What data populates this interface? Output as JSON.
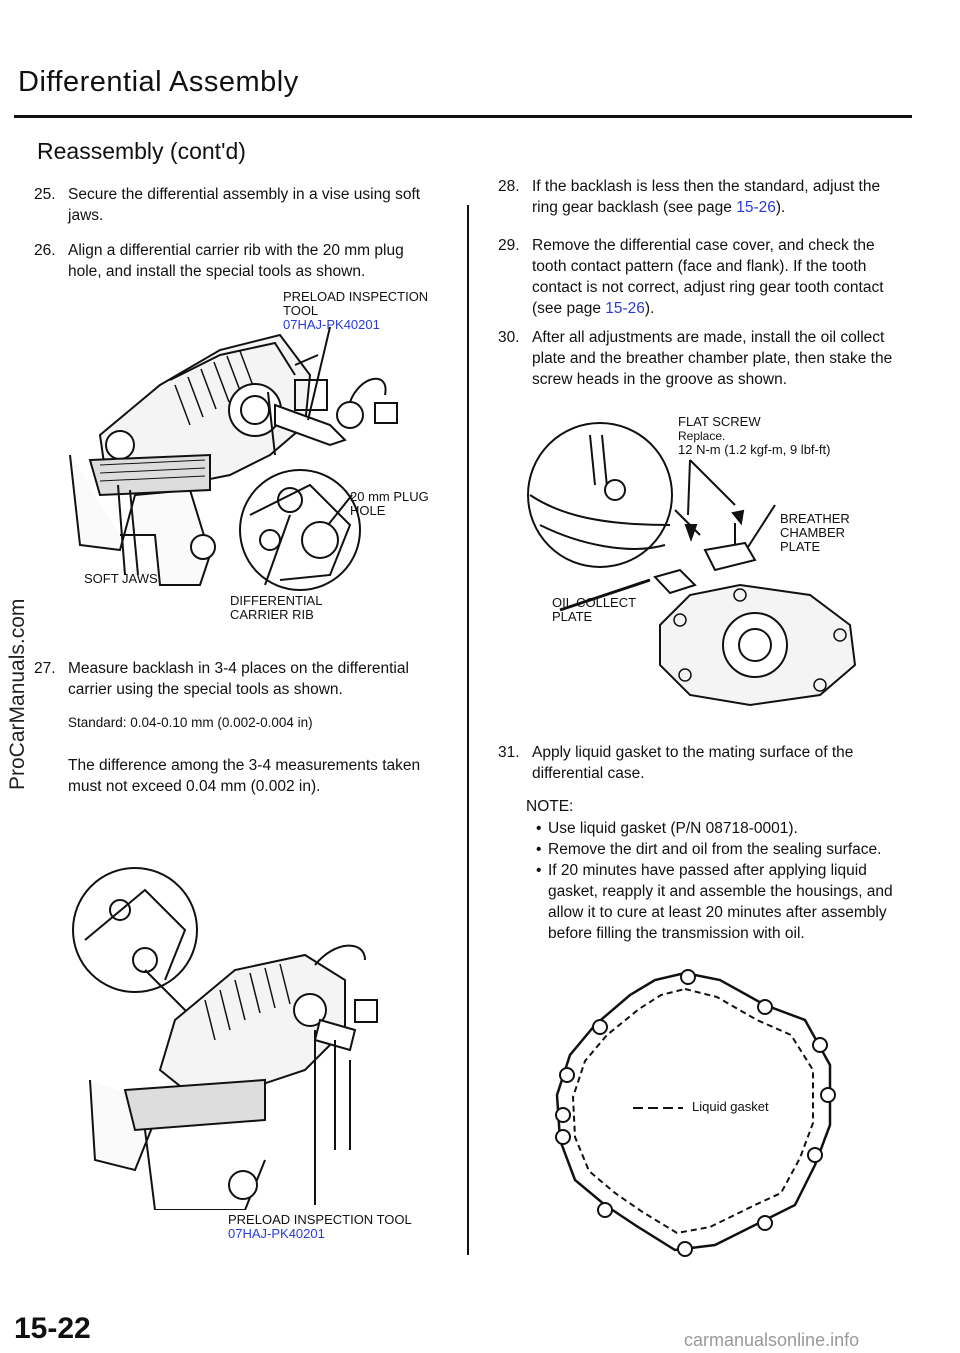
{
  "header": {
    "title": "Differential Assembly",
    "subtitle": "Reassembly (cont'd)"
  },
  "left_column": {
    "step25": {
      "num": "25.",
      "text": "Secure the differential assembly in a vise using soft jaws."
    },
    "step26": {
      "num": "26.",
      "text": "Align a differential carrier rib with the 20 mm plug hole, and install the special tools as shown."
    },
    "fig1": {
      "tool_label": "PRELOAD INSPECTION TOOL",
      "tool_number": "07HAJ-PK40201",
      "plug_label": "20 mm PLUG HOLE",
      "jaws_label": "SOFT JAWS",
      "rib_label": "DIFFERENTIAL CARRIER RIB"
    },
    "step27": {
      "num": "27.",
      "text": "Measure backlash in 3-4 places on the differential carrier using the special tools as shown."
    },
    "standard": "Standard: 0.04-0.10 mm (0.002-0.004 in)",
    "difference": "The difference among the 3-4 measurements taken must not exceed 0.04 mm (0.002 in).",
    "fig2": {
      "tool_label": "PRELOAD INSPECTION TOOL",
      "tool_number": "07HAJ-PK40201"
    }
  },
  "right_column": {
    "step28": {
      "num": "28.",
      "text_before": "If the backlash is less then the standard, adjust the ring gear backlash (see page ",
      "link": "15-26",
      "text_after": ")."
    },
    "step29": {
      "num": "29.",
      "text_before": "Remove the differential case cover, and check the tooth contact pattern (face and flank). If the tooth contact is not correct, adjust ring gear tooth contact (see page ",
      "link": "15-26",
      "text_after": ")."
    },
    "step30": {
      "num": "30.",
      "text": "After all adjustments are made, install the oil collect plate and the breather chamber plate, then stake the screw heads in the groove as shown."
    },
    "fig3": {
      "screw_label": "FLAT SCREW",
      "replace": "Replace.",
      "torque": "12 N-m (1.2 kgf-m, 9 lbf-ft)",
      "breather_label": "BREATHER CHAMBER PLATE",
      "oil_label": "OIL COLLECT PLATE"
    },
    "step31": {
      "num": "31.",
      "text": "Apply liquid gasket to the mating surface of the differential case."
    },
    "note_title": "NOTE:",
    "notes": [
      "Use liquid gasket (P/N 08718-0001).",
      "Remove the dirt and oil from the sealing surface.",
      "If 20 minutes have passed after applying liquid gasket, reapply it and assemble the housings, and allow it to cure at least 20 minutes after assembly before filling the transmission with oil."
    ],
    "fig4": {
      "gasket_label": "Liquid gasket"
    }
  },
  "footer": {
    "page_number": "15-22",
    "side_watermark": "ProCarManuals.com",
    "bottom_watermark": "carmanualsonline.info"
  },
  "colors": {
    "link": "#2a3bd6",
    "text": "#111111"
  }
}
